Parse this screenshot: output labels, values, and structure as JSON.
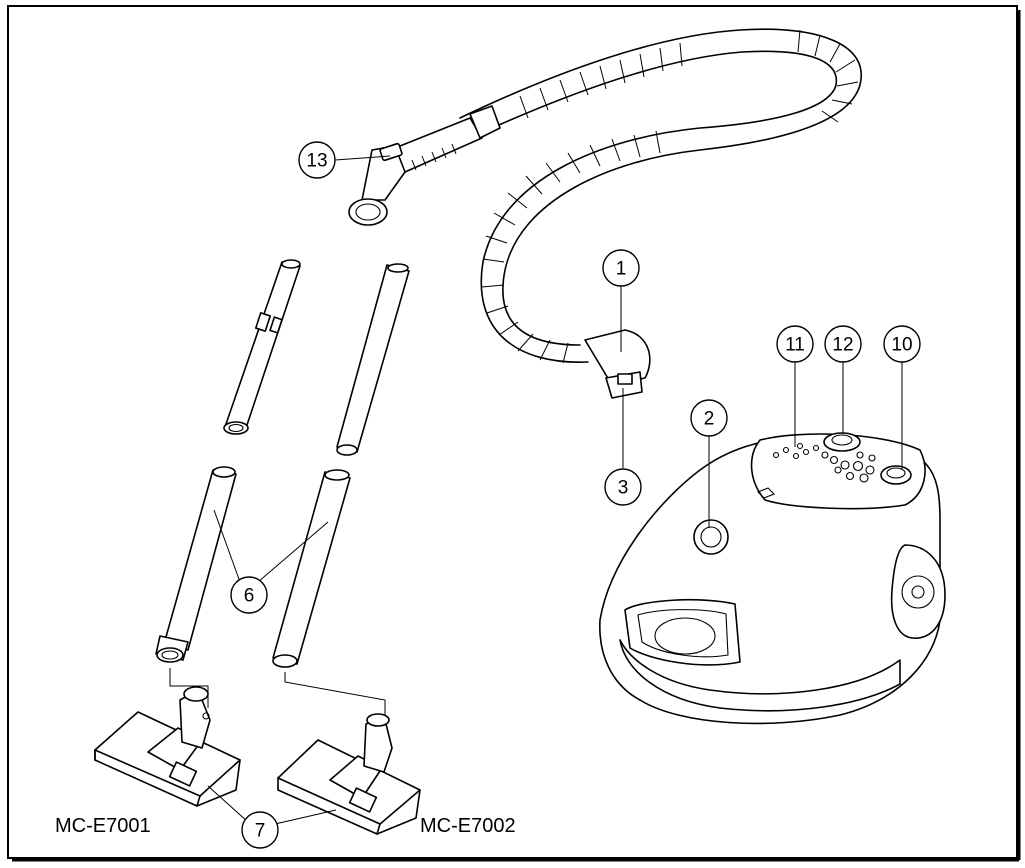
{
  "callouts": [
    "1",
    "2",
    "3",
    "6",
    "7",
    "10",
    "11",
    "12",
    "13"
  ],
  "models": [
    "MC-E7001",
    "MC-E7002"
  ]
}
